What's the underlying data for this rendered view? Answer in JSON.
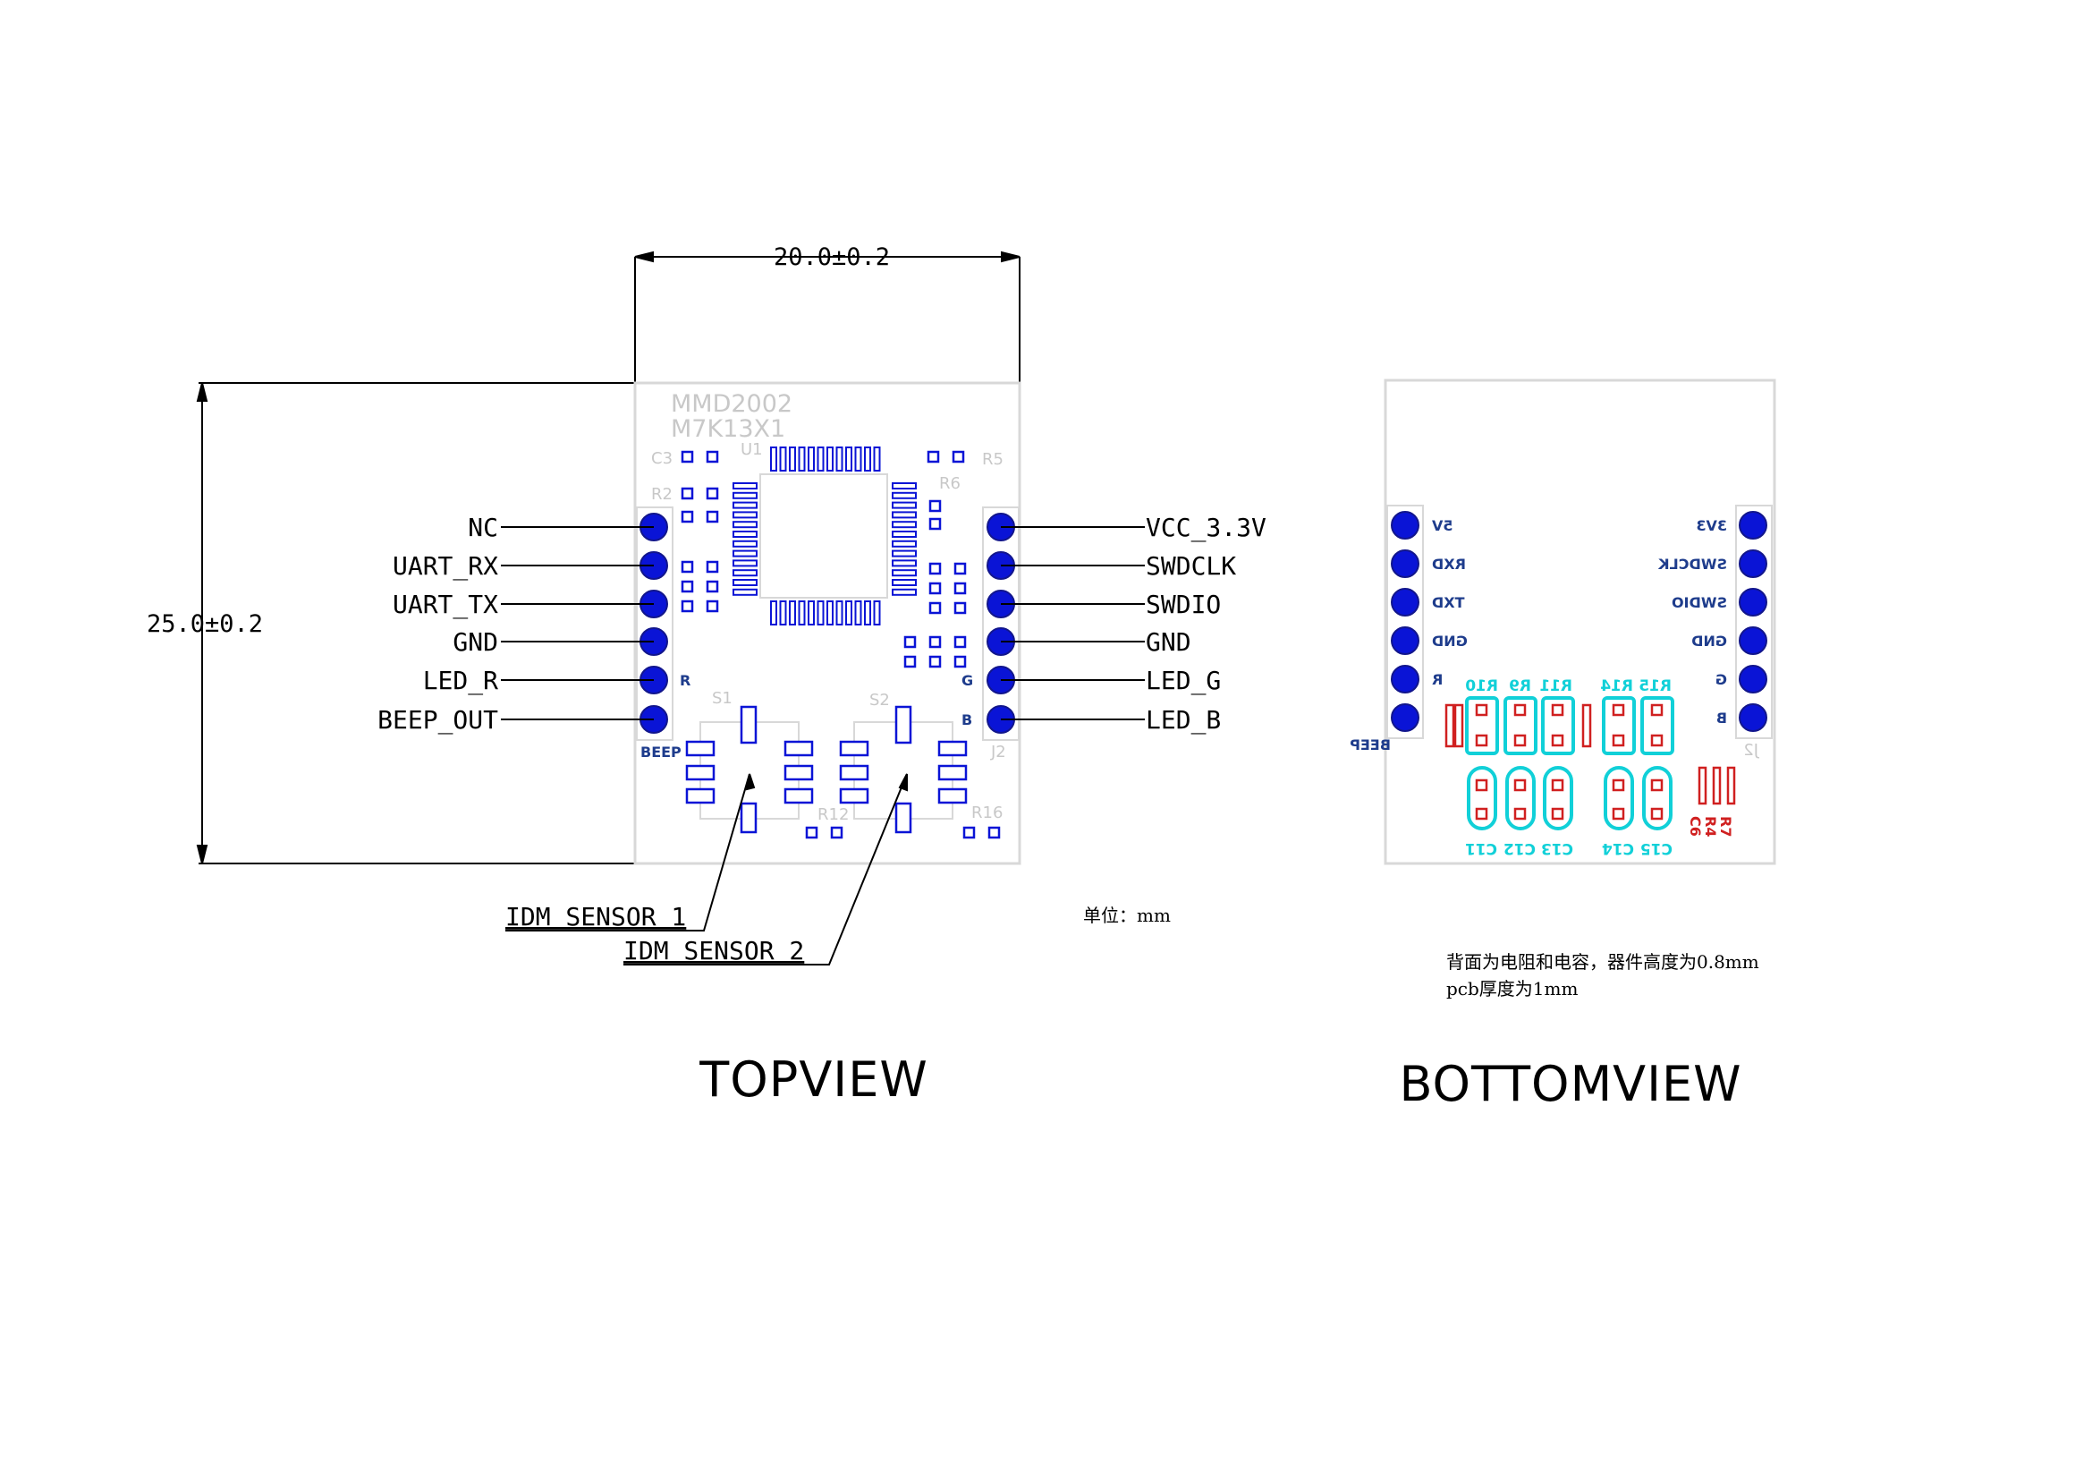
{
  "top_view": {
    "title": "TOPVIEW",
    "dim_width": "20.0±0.2",
    "dim_height": "25.0±0.2",
    "board_marking": [
      "MMD2002",
      "M7K13X1"
    ],
    "left_pins": [
      "NC",
      "UART_RX",
      "UART_TX",
      "GND",
      "LED_R",
      "BEEP_OUT"
    ],
    "right_pins": [
      "VCC_3.3V",
      "SWDCLK",
      "SWDIO",
      "GND",
      "LED_G",
      "LED_B"
    ],
    "sensor_labels": [
      "IDM SENSOR 1",
      "IDM SENSOR 2"
    ],
    "unit_note": "单位：mm",
    "silk": [
      "C3",
      "U1",
      "R5",
      "R2",
      "R6",
      "S1",
      "S2",
      "R12",
      "R16",
      "J2",
      "BEEP",
      "R",
      "G",
      "B"
    ]
  },
  "bottom_view": {
    "title": "BOTTOMVIEW",
    "left_pin_silk": [
      "5V",
      "RXD",
      "TXD",
      "GND",
      "R",
      "BEEP"
    ],
    "right_pin_silk": [
      "3V3",
      "SWDCLK",
      "SWDIO",
      "GND",
      "G",
      "B"
    ],
    "resistor_labels": [
      "R10",
      "R9",
      "R11",
      "R14",
      "R15"
    ],
    "cap_labels": [
      "C11",
      "C12",
      "C13",
      "C14",
      "C15"
    ],
    "small_labels": [
      "C6",
      "R4",
      "R7"
    ],
    "connector_label": "J2",
    "note_line1": "背面为电阻和电容，器件高度为0.8mm",
    "note_line2": "pcb厚度为1mm"
  },
  "colors": {
    "pad": "#0a14d6",
    "pad_outline": "#12168c",
    "cyan": "#11d0d8",
    "red": "#d02020",
    "board_outline": "#d8d8d8"
  }
}
